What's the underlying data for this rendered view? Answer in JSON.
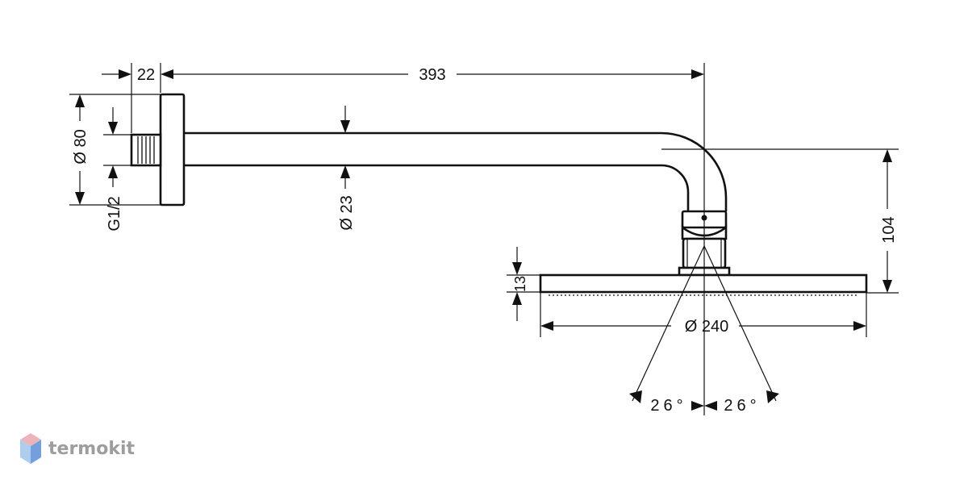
{
  "drawing": {
    "dimensions": {
      "flange_depth": "22",
      "arm_length": "393",
      "flange_diameter": "Ø 80",
      "thread": "G1/2",
      "arm_diameter": "Ø 23",
      "head_drop": "104",
      "head_thickness": "13",
      "head_diameter": "Ø 240",
      "spray_angle_left": "26°",
      "spray_angle_right": "26°"
    }
  },
  "watermark": {
    "brand": "termokit",
    "colors": [
      "#e8a7b0",
      "#9ec5ea",
      "#5b8fd6"
    ]
  }
}
